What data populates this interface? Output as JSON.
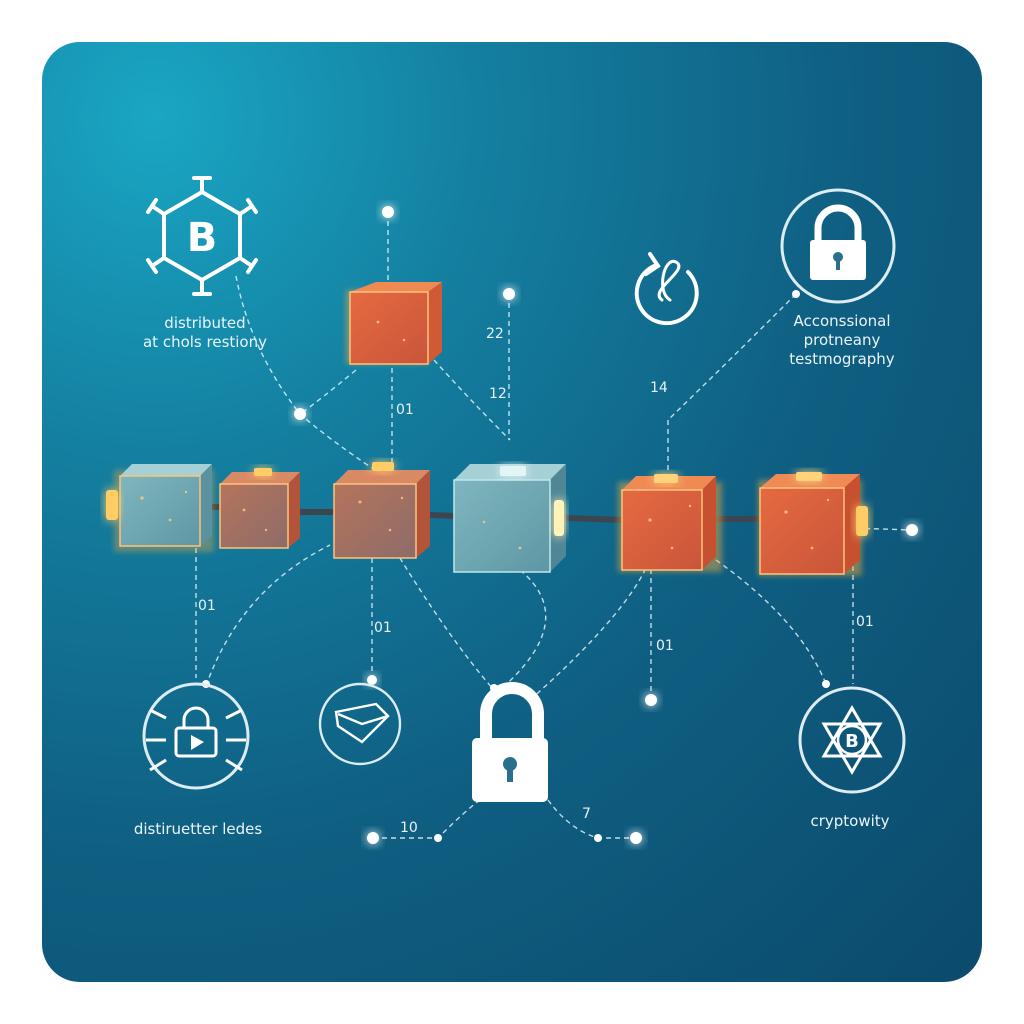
{
  "labels": {
    "top_left": [
      "distributed",
      "at chols restiony"
    ],
    "top_right": [
      "Acconssional",
      "protneany",
      "testmography"
    ],
    "bottom_left": "distiruetter ledes",
    "bottom_right": "cryptowity"
  },
  "numbers": [
    "22",
    "12",
    "01",
    "14",
    "01",
    "01",
    "01",
    "01",
    "10",
    "7"
  ],
  "icons": {
    "top_left": "bitcoin-hexagon-icon",
    "top_mid": "refresh-infinity-icon",
    "top_right": "padlock-icon",
    "bottom_left": "lock-video-icon",
    "bottom_mid_left": "gem-icon",
    "bottom_center": "padlock-icon",
    "bottom_right": "bitcoin-star-icon"
  },
  "colors": {
    "background_light": "#1aa6c4",
    "background_dark": "#0b4a6c",
    "block_orange": "#e0623a",
    "block_teal": "#7fb8c0",
    "glow": "#ffb13b",
    "line": "#ffffff"
  }
}
